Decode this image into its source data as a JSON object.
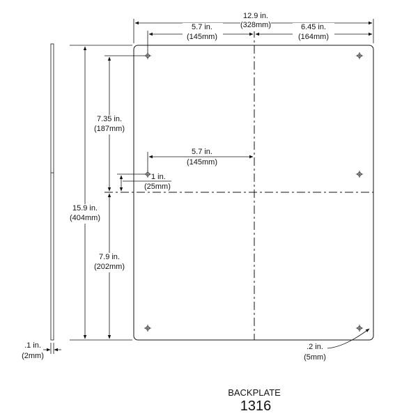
{
  "dimensions": {
    "overall_width": [
      "12.9 in.",
      "(328mm)"
    ],
    "top_left_width": [
      "5.7 in.",
      "(145mm)"
    ],
    "top_right_width": [
      "6.45 in.",
      "(164mm)"
    ],
    "upper_height": [
      "7.35 in.",
      "(187mm)"
    ],
    "inner_width": [
      "5.7 in.",
      "(145mm)"
    ],
    "small_offset": [
      "1 in.",
      "(25mm)"
    ],
    "overall_height": [
      "15.9 in.",
      "(404mm)"
    ],
    "lower_height": [
      "7.9 in.",
      "(202mm)"
    ],
    "thickness": [
      ".1 in.",
      "(2mm)"
    ],
    "corner_radius": [
      ".2 in.",
      "(5mm)"
    ]
  },
  "title": {
    "name": "BACKPLATE",
    "number": "1316"
  }
}
